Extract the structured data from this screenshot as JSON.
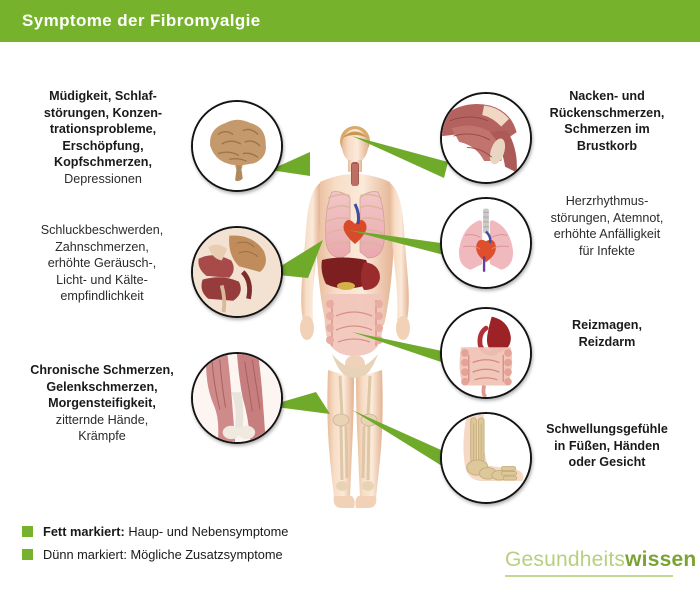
{
  "header": {
    "title": "Symptome der Fibromyalgie",
    "bar_color": "#76b22c"
  },
  "accent_color": "#76b22c",
  "symptom_blocks": [
    {
      "id": "head",
      "side": "left",
      "icon_name": "brain-icon",
      "lines": [
        {
          "text": "Müdigkeit, Schlaf-",
          "weight": "bold"
        },
        {
          "text": "störungen, Konzen-",
          "weight": "bold"
        },
        {
          "text": "trationsprobleme,",
          "weight": "bold"
        },
        {
          "text": "Erschöpfung,",
          "weight": "bold"
        },
        {
          "text": "Kopfschmerzen,",
          "weight": "bold"
        },
        {
          "text": "Depressionen",
          "weight": "thin"
        }
      ]
    },
    {
      "id": "throat",
      "side": "left",
      "icon_name": "throat-anatomy-icon",
      "lines": [
        {
          "text": "Schluckbeschwerden,",
          "weight": "thin"
        },
        {
          "text": "Zahnschmerzen,",
          "weight": "thin"
        },
        {
          "text": "erhöhte Geräusch-,",
          "weight": "thin"
        },
        {
          "text": "Licht- und Kälte-",
          "weight": "thin"
        },
        {
          "text": "empfindlichkeit",
          "weight": "thin"
        }
      ]
    },
    {
      "id": "muscle",
      "side": "left",
      "icon_name": "muscle-tendon-icon",
      "lines": [
        {
          "text": "Chronische Schmerzen,",
          "weight": "bold"
        },
        {
          "text": "Gelenkschmerzen,",
          "weight": "bold"
        },
        {
          "text": "Morgensteifigkeit,",
          "weight": "bold"
        },
        {
          "text": "zitternde Hände,",
          "weight": "thin"
        },
        {
          "text": "Krämpfe",
          "weight": "thin"
        }
      ]
    },
    {
      "id": "neck",
      "side": "right",
      "icon_name": "shoulder-muscle-icon",
      "lines": [
        {
          "text": "Nacken- und",
          "weight": "bold"
        },
        {
          "text": "Rückenschmerzen,",
          "weight": "bold"
        },
        {
          "text": "Schmerzen im",
          "weight": "bold"
        },
        {
          "text": "Brustkorb",
          "weight": "bold"
        }
      ]
    },
    {
      "id": "heart",
      "side": "right",
      "icon_name": "lungs-heart-icon",
      "lines": [
        {
          "text": "Herzrhythmus-",
          "weight": "thin"
        },
        {
          "text": "störungen, Atemnot,",
          "weight": "thin"
        },
        {
          "text": "erhöhte Anfälligkeit",
          "weight": "thin"
        },
        {
          "text": "für Infekte",
          "weight": "thin"
        }
      ]
    },
    {
      "id": "gut",
      "side": "right",
      "icon_name": "stomach-intestine-icon",
      "lines": [
        {
          "text": "Reizmagen,",
          "weight": "bold"
        },
        {
          "text": "Reizdarm",
          "weight": "bold"
        }
      ]
    },
    {
      "id": "swell",
      "side": "right",
      "icon_name": "foot-bones-icon",
      "lines": [
        {
          "text": "Schwellungsgefühle",
          "weight": "bold"
        },
        {
          "text": "in Füßen, Händen",
          "weight": "bold"
        },
        {
          "text": "oder Gesicht",
          "weight": "bold"
        }
      ]
    }
  ],
  "legend": {
    "items": [
      {
        "lead": "Fett markiert:",
        "lead_weight": "bold",
        "rest": " Haup- und Nebensymptome"
      },
      {
        "lead": "Dünn markiert:",
        "lead_weight": "thin",
        "rest": " Mögliche Zusatzsymptome"
      }
    ]
  },
  "logo": {
    "part1": "Gesundheits",
    "part2": "wissen",
    "color1": "#b9cf7e",
    "color2": "#7aa334"
  },
  "central_figure": {
    "name": "human-anatomy-figure",
    "description": "Anteriorer menschlicher Körper mit sichtbaren inneren Organen und Skelett"
  }
}
